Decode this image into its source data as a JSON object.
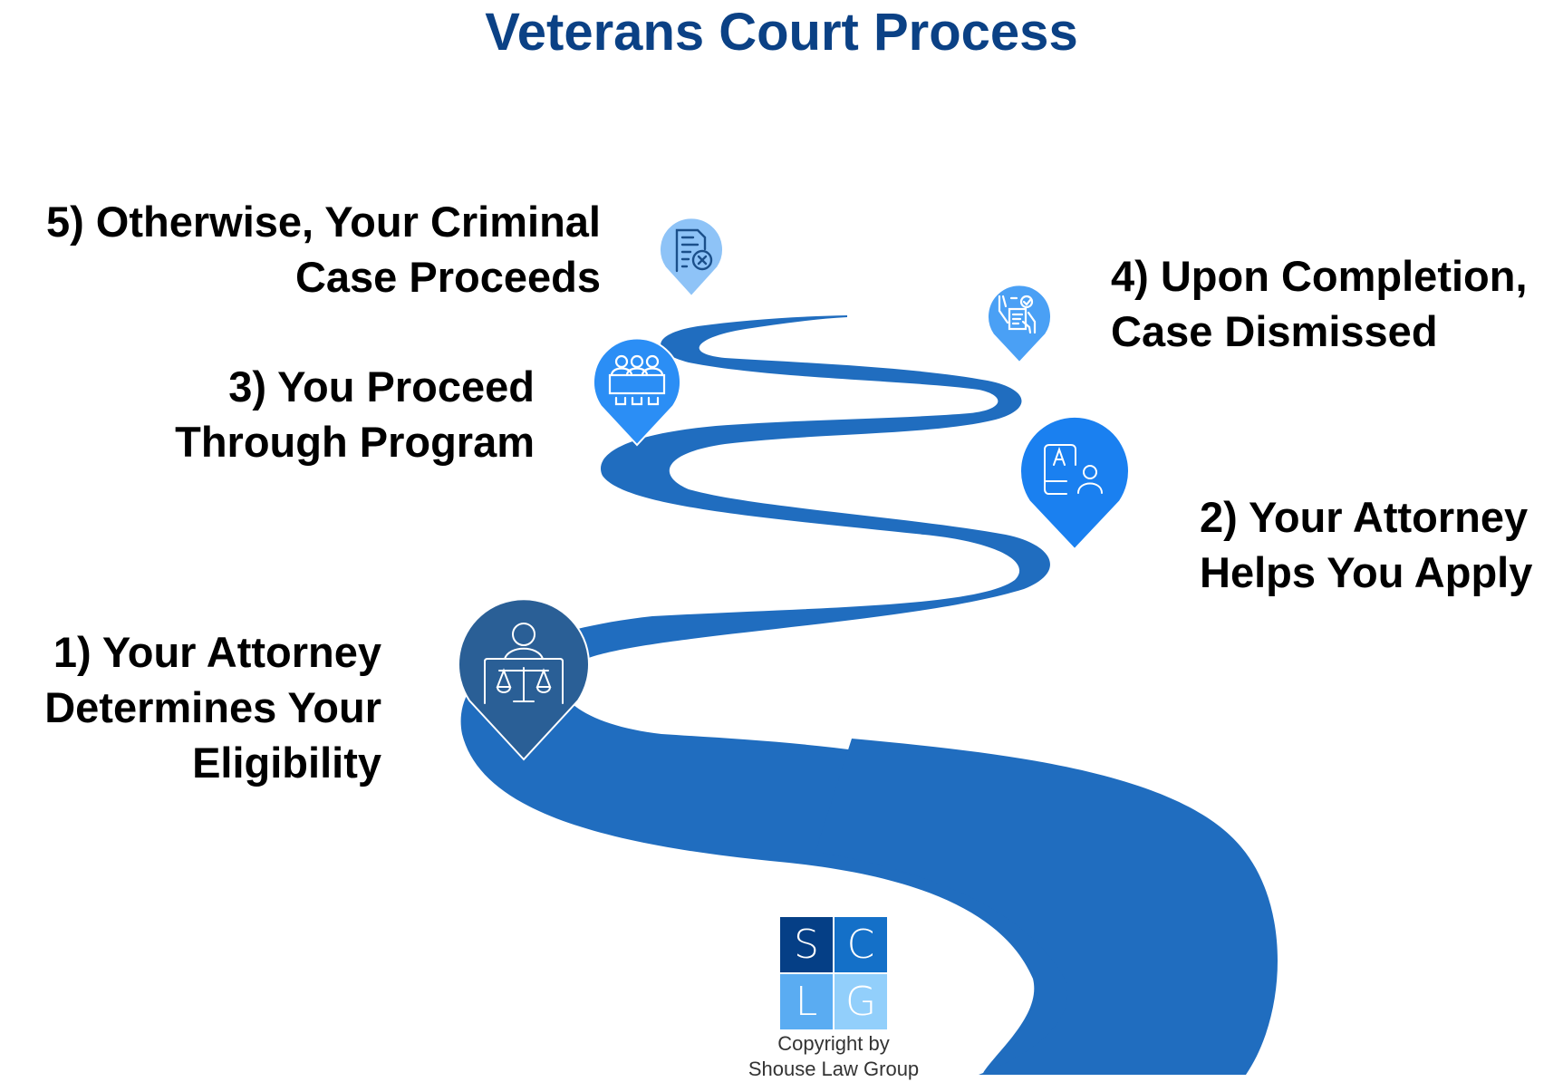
{
  "title": "Veterans Court Process",
  "colors": {
    "title": "#0b4185",
    "road": "#206dbf",
    "pin1": "#2a5f96",
    "pin2": "#1a80f0",
    "pin3": "#2b8ef5",
    "pin4": "#4aa0f5",
    "pin5": "#8ec3f7"
  },
  "steps": [
    {
      "number": 1,
      "lines": [
        "1) Your Attorney",
        "Determines Your",
        "Eligibility"
      ],
      "icon": "judge-scales-icon"
    },
    {
      "number": 2,
      "lines": [
        "2) Your Attorney",
        "Helps You Apply"
      ],
      "icon": "application-person-icon"
    },
    {
      "number": 3,
      "lines": [
        "3) You Proceed",
        "Through Program"
      ],
      "icon": "group-at-table-icon"
    },
    {
      "number": 4,
      "lines": [
        "4) Upon Completion,",
        "Case Dismissed"
      ],
      "icon": "document-approved-hands-icon"
    },
    {
      "number": 5,
      "lines": [
        "5) Otherwise, Your Criminal",
        "Case Proceeds"
      ],
      "icon": "document-rejected-icon"
    }
  ],
  "logo": {
    "letters": [
      "S",
      "C",
      "L",
      "G"
    ],
    "colors": [
      "#053f86",
      "#1470c8",
      "#5aacf2",
      "#92cffb"
    ]
  },
  "copyright": [
    "Copyright by",
    "Shouse Law Group"
  ]
}
